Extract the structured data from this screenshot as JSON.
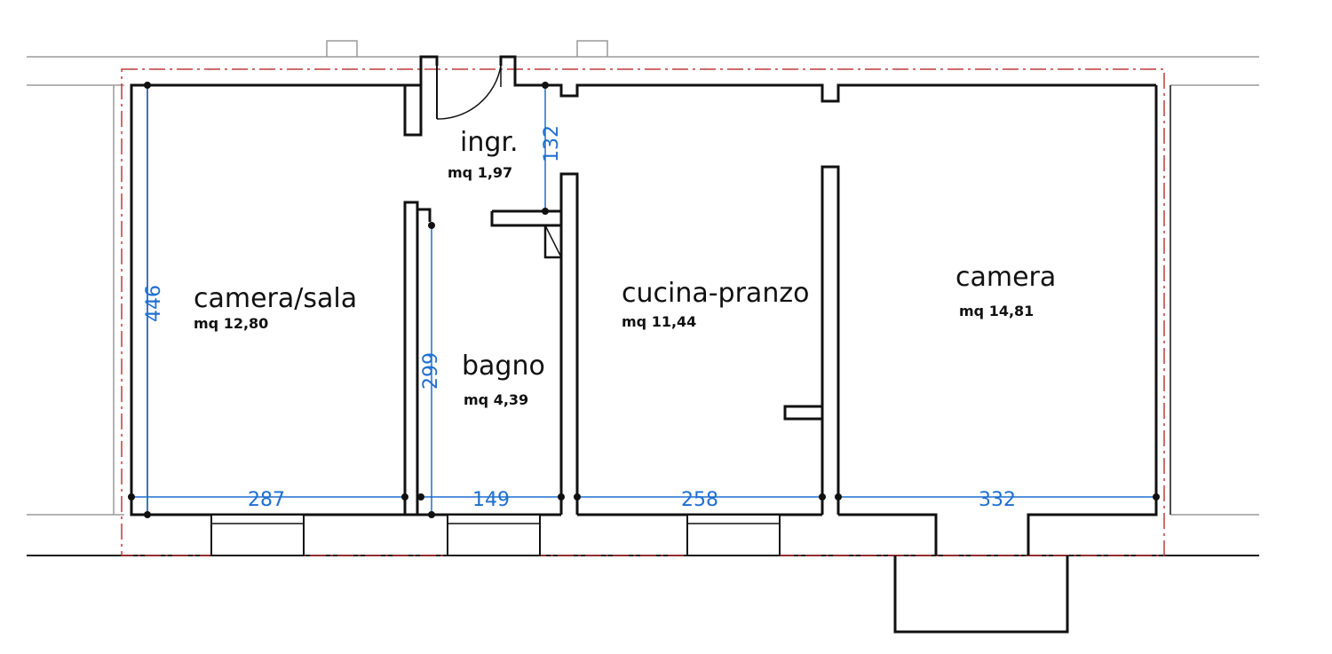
{
  "colors": {
    "wall": "#111111",
    "dimension": "#1f6fd1",
    "boundary": "#c0393b",
    "context": "#9a9a9a"
  },
  "rooms": {
    "camera_sala": {
      "name": "camera/sala",
      "area": "mq 12,80"
    },
    "ingresso": {
      "name": "ingr.",
      "area": "mq 1,97"
    },
    "bagno": {
      "name": "bagno",
      "area": "mq 4,39"
    },
    "cucina_pranzo": {
      "name": "cucina-pranzo",
      "area": "mq 11,44"
    },
    "camera": {
      "name": "camera",
      "area": "mq 14,81"
    }
  },
  "dimensions": {
    "camera_sala_depth": "446",
    "ingresso_depth": "132",
    "bagno_depth": "299",
    "camera_sala_width": "287",
    "bagno_width": "149",
    "cucina_width": "258",
    "camera_width": "332"
  }
}
